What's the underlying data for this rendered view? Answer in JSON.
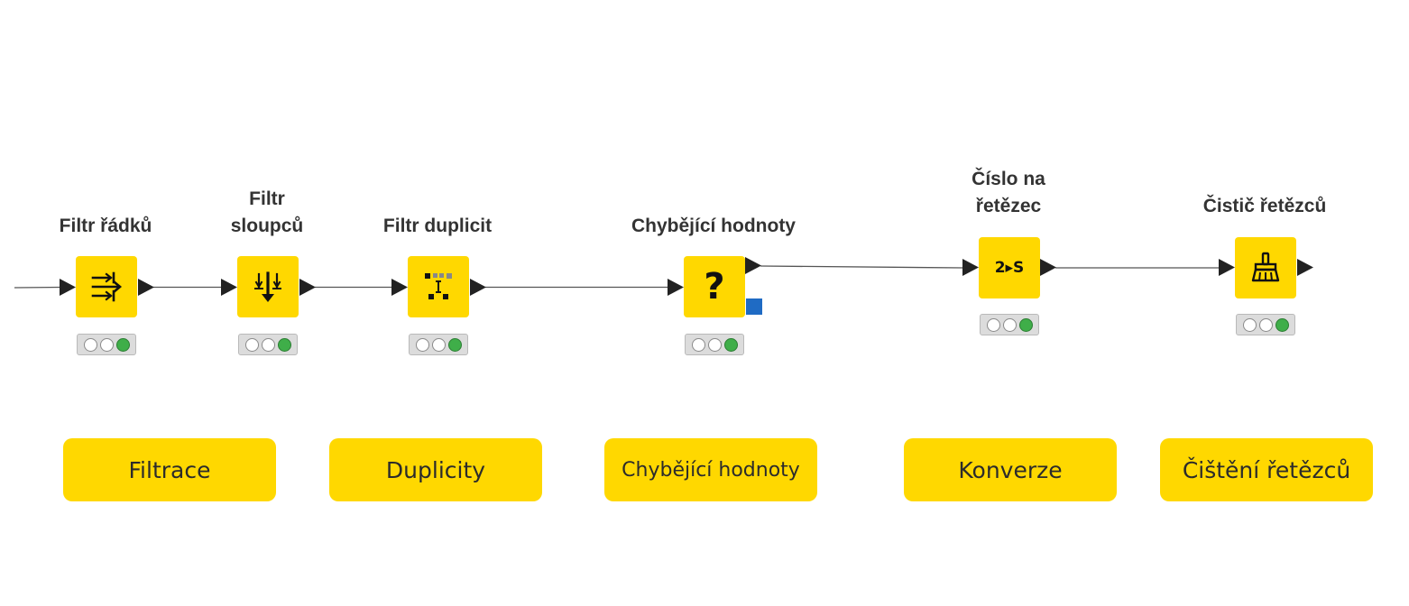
{
  "colors": {
    "node_fill": "#FFD800",
    "group_fill": "#FFD800",
    "flow_variable": "#1F6BC4",
    "status_ok": "#3FAE49",
    "connection": "#555555",
    "port": "#222222"
  },
  "nodes": [
    {
      "id": "row_filter",
      "label_lines": [
        "Filtr řádků"
      ],
      "icon": "row-filter-icon",
      "status_green": true
    },
    {
      "id": "column_filter",
      "label_lines": [
        "Filtr",
        "sloupců"
      ],
      "icon": "column-filter-icon",
      "status_green": true
    },
    {
      "id": "duplicate_filter",
      "label_lines": [
        "Filtr duplicit"
      ],
      "icon": "duplicate-filter-icon",
      "status_green": true
    },
    {
      "id": "missing_values",
      "label_lines": [
        "Chybějící hodnoty"
      ],
      "icon": "question-mark-icon",
      "status_green": true,
      "has_flow_variable_port": true
    },
    {
      "id": "number_to_string",
      "label_lines": [
        "Číslo na",
        "řetězec"
      ],
      "icon": "number-to-string-icon",
      "icon_text": "2▸S",
      "status_green": true
    },
    {
      "id": "string_cleaner",
      "label_lines": [
        "Čistič řetězců"
      ],
      "icon": "broom-icon",
      "status_green": true
    }
  ],
  "groups": [
    {
      "id": "filtering",
      "label": "Filtrace"
    },
    {
      "id": "duplicates",
      "label": "Duplicity"
    },
    {
      "id": "missing",
      "label": "Chybějící hodnoty"
    },
    {
      "id": "conversion",
      "label": "Konverze"
    },
    {
      "id": "string_cleaning",
      "label": "Čištění řetězců"
    }
  ]
}
